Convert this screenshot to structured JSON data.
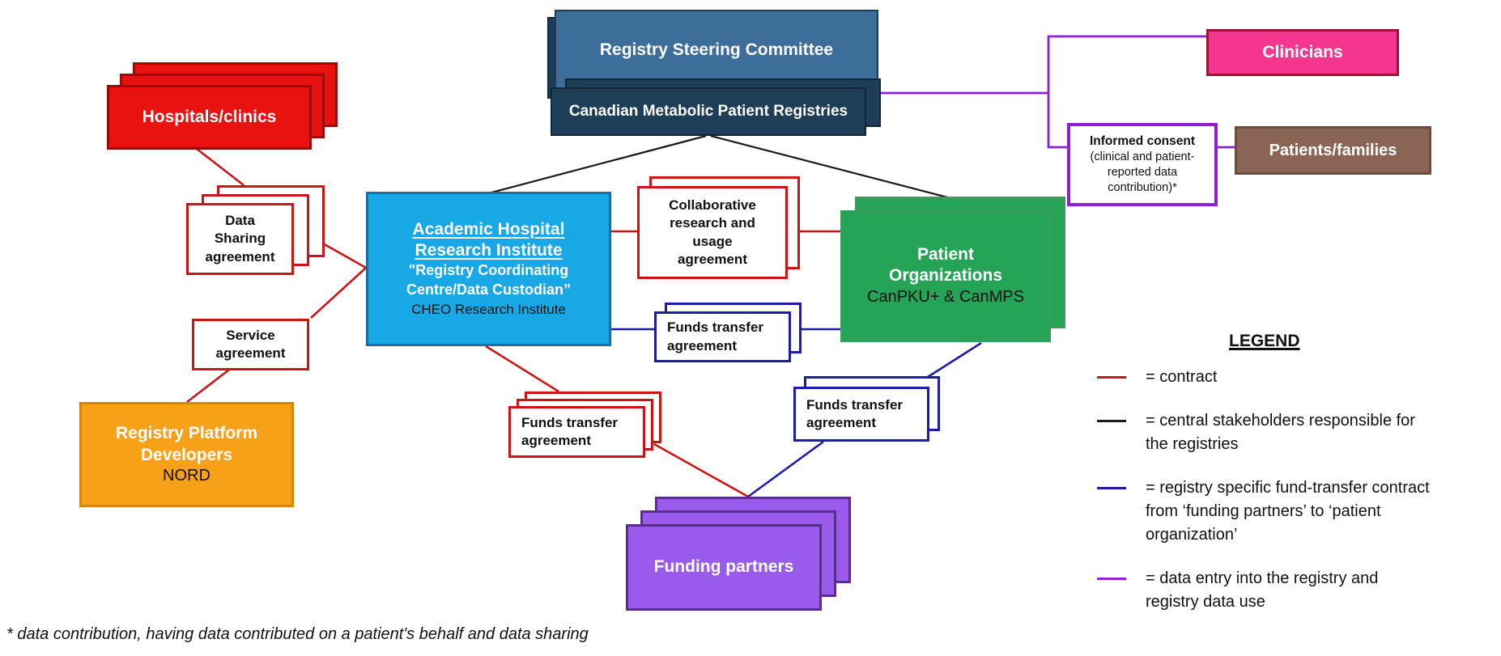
{
  "nodes": {
    "steering_committee": {
      "label": "Registry Steering Committee"
    },
    "cmpr": {
      "label": "Canadian Metabolic Patient Registries"
    },
    "hospitals": {
      "label": "Hospitals/clinics"
    },
    "clinicians": {
      "label": "Clinicians"
    },
    "patients_families": {
      "label": "Patients/families"
    },
    "informed_consent": {
      "title": "Informed consent",
      "subtitle": "(clinical and patient-\nreported data\ncontribution)*"
    },
    "academic_hospital": {
      "title1": "Academic Hospital",
      "title2": "Research Institute",
      "subtitle": "\"Registry Coordinating\nCentre/Data Custodian”",
      "footer": "CHEO Research Institute"
    },
    "data_sharing_agreement": {
      "label": "Data\nSharing\nagreement"
    },
    "service_agreement": {
      "label": "Service\nagreement"
    },
    "platform_developers": {
      "title": "Registry Platform\nDevelopers",
      "subtitle": "NORD"
    },
    "collaborative_agreement": {
      "label": "Collaborative\nresearch and\nusage\nagreement"
    },
    "funds_transfer_center": {
      "label": "Funds transfer\nagreement"
    },
    "patient_organizations": {
      "title": "Patient\nOrganizations",
      "subtitle": "CanPKU+ & CanMPS"
    },
    "funds_transfer_right": {
      "label": "Funds transfer\nagreement"
    },
    "funds_transfer_left": {
      "label": "Funds transfer\nagreement"
    },
    "funding_partners": {
      "label": "Funding partners"
    }
  },
  "legend": {
    "title": "LEGEND",
    "items": [
      {
        "name": "contract",
        "color": "#cc1517",
        "label": "= contract"
      },
      {
        "name": "central-stakeholders",
        "color": "#1a1a1a",
        "label": "= central stakeholders responsible for\nthe registries"
      },
      {
        "name": "fund-transfer-contract",
        "color": "#1c1ca8",
        "label": "= registry specific fund-transfer contract\nfrom ‘funding partners’ to ‘patient\norganization’"
      },
      {
        "name": "data-entry",
        "color": "#9b1fd4",
        "label": "= data entry into the registry and\nregistry data use"
      }
    ]
  },
  "footnote": "* data contribution, having data contributed on a patient's behalf and data sharing",
  "colors": {
    "contract_line": "#cc1517",
    "stakeholder_line": "#1a1a1a",
    "fund_transfer_line": "#1c1ca8",
    "data_entry_line": "#9b1fd4",
    "hospitals": "#e81210",
    "clinicians": "#f5368f",
    "patients_families": "#8a6455",
    "academic_hospital": "#19a8e6",
    "platform_developers": "#f6a118",
    "patient_organizations": "#25a457",
    "funding_partners": "#9a5aeb",
    "steering_committee": "#3d6d99",
    "registries": "#1e3d56"
  }
}
